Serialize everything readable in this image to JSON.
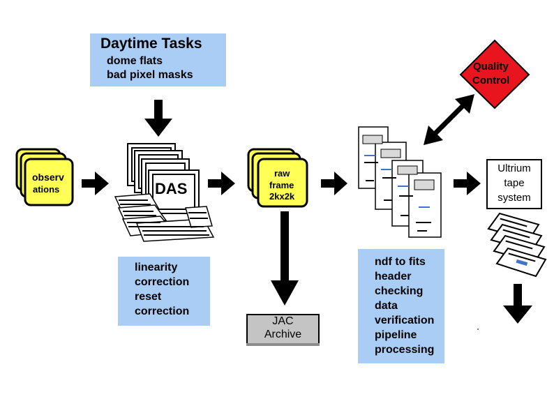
{
  "daytime": {
    "title": "Daytime Tasks",
    "lines": [
      "dome flats",
      "bad pixel masks"
    ]
  },
  "quality": {
    "line1": "Quality",
    "line2": "Control"
  },
  "observations": {
    "line1": "observ",
    "line2": "ations"
  },
  "das": {
    "label": "DAS"
  },
  "raw": {
    "line1": "raw",
    "line2": "frame",
    "line3": "2kx2k"
  },
  "ultrium": {
    "line1": "Ultrium",
    "line2": "tape",
    "line3": "system"
  },
  "linearity": {
    "lines": [
      "linearity",
      "correction",
      "reset",
      "correction"
    ]
  },
  "jac": {
    "line1": "JAC",
    "line2": "Archive"
  },
  "pipeline": {
    "lines": [
      "ndf to fits",
      "header",
      "checking",
      "data",
      "verification",
      "pipeline",
      "processing"
    ]
  },
  "colors": {
    "box_blue": "#a9cdf5",
    "note_yellow": "#ffff55",
    "quality_red": "#e8141e",
    "archive_gray": "#c4c4c4"
  }
}
